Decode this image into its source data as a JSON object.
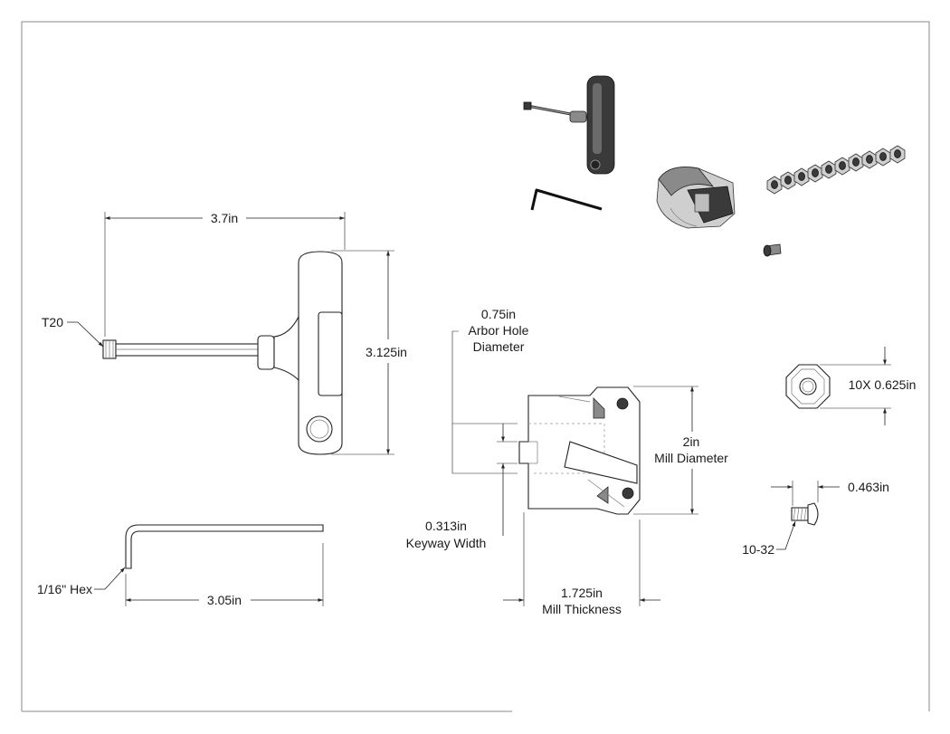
{
  "labels": {
    "tdriver_length": "3.7in",
    "tdriver_tip": "T20",
    "tdriver_height": "3.125in",
    "hexkey_size": "1/16\" Hex",
    "hexkey_length": "3.05in",
    "arbor_value": "0.75in",
    "arbor_line1": "Arbor Hole",
    "arbor_line2": "Diameter",
    "keyway_value": "0.313in",
    "keyway_label": "Keyway Width",
    "mill_diameter_value": "2in",
    "mill_diameter_label": "Mill Diameter",
    "mill_thickness_value": "1.725in",
    "mill_thickness_label": "Mill Thickness",
    "insert_label": "10X 0.625in",
    "screw_length": "0.463in",
    "screw_thread": "10-32"
  },
  "colors": {
    "line": "#222222",
    "shade_dark": "#3a3a3a",
    "shade_mid": "#8a8a8a",
    "shade_light": "#cfcfcf"
  }
}
